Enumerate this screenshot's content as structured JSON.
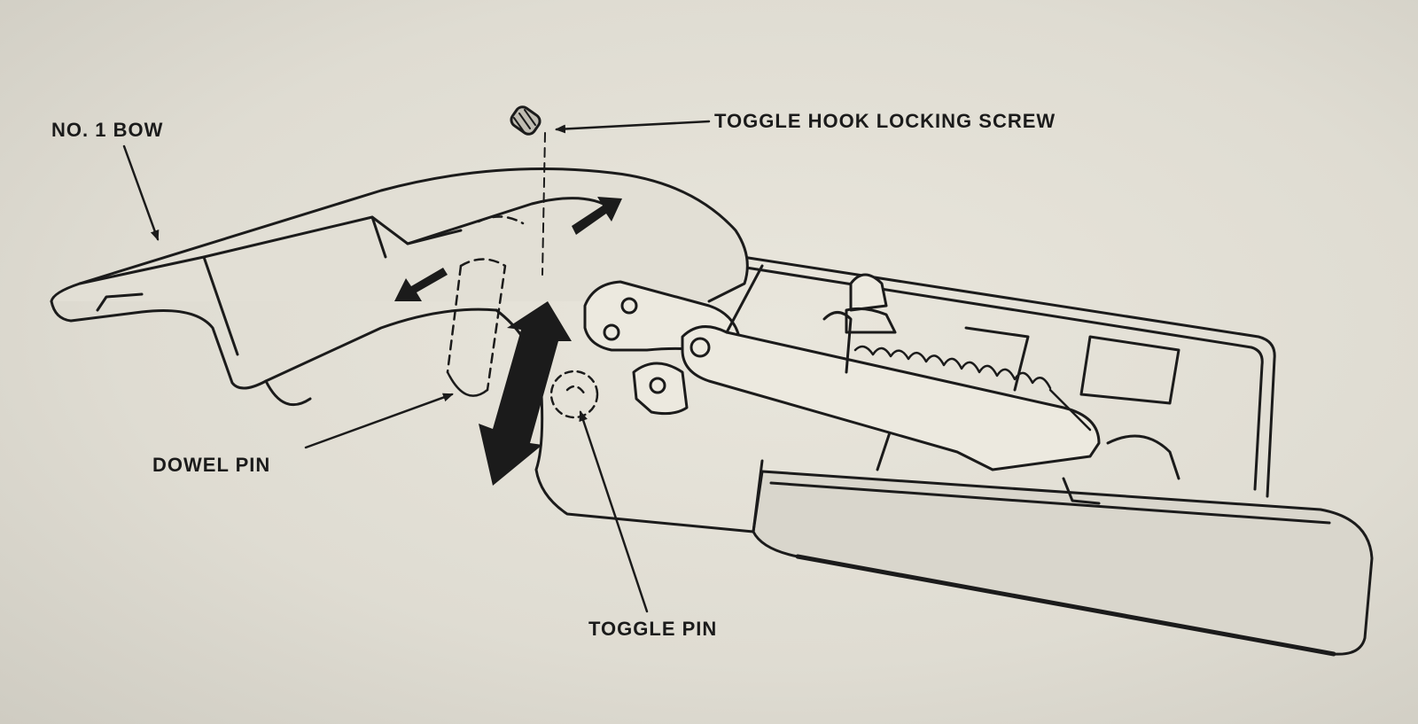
{
  "labels": {
    "no1_bow": "NO. 1 BOW",
    "toggle_hook_locking_screw": "TOGGLE HOOK LOCKING SCREW",
    "dowel_pin": "DOWEL PIN",
    "toggle_pin": "TOGGLE PIN"
  },
  "colors": {
    "ink": "#1b1b1b",
    "paper": "#e6e3da"
  }
}
